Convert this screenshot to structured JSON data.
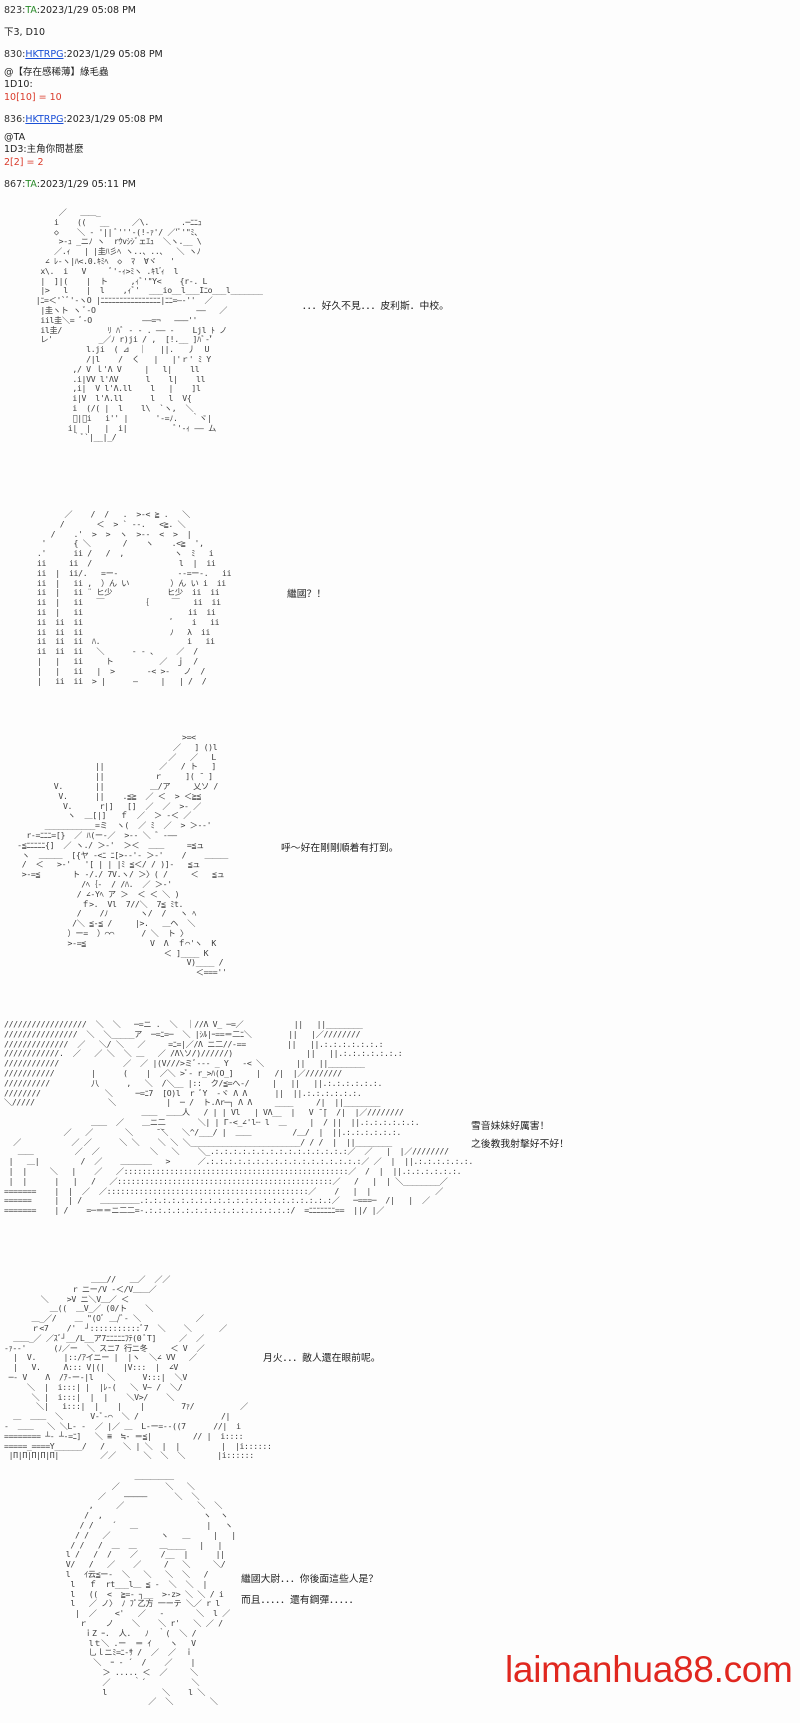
{
  "posts": [
    {
      "num": "823:",
      "name": "TA",
      "meta": ":2023/1/29 05:08 PM",
      "body": [
        "下3, D10"
      ]
    },
    {
      "num": "830:",
      "name": "HKTRPG",
      "meta": ":2023/1/29 05:08 PM",
      "body": [
        "@【存在感稀薄】綠毛蟲",
        "1D10:"
      ],
      "roll": "10[10] = 10"
    },
    {
      "num": "836:",
      "name": "HKTRPG",
      "meta": ":2023/1/29 05:08 PM",
      "body": [
        "@TA",
        "1D3:主角你問甚麼"
      ],
      "roll": "2[2] = 2"
    },
    {
      "num": "867:",
      "name": "TA",
      "meta": ":2023/1/29 05:11 PM"
    }
  ],
  "dialogue": {
    "s1": "．．．好久不見．．．皮利斯．中校。",
    "s2": "繼國？！",
    "s3": "呼～好在剛剛順着有打到。",
    "s4a": "雪音妹妹好厲害！",
    "s4b": "之後教我射擊好不好！",
    "s5": "月火．．．敵人還在眼前呢。",
    "s6a": "繼國大尉．．．你後面這些人是？",
    "s6b": "而且．．．．．還有鋼彈．．．．．"
  },
  "art": {
    "a1": "        ／   ＿＿_\n       i    ((   __     ／\\.       .─ﾆﾆｭ\n       ◇    ＼ ‐ '|| ﾞ'''‐(!-ｧ'/ ／'ﾞ'\"ﾐ、\n        >-ｭ _ニﾉ ヽ  rｳvｼｼﾞェｴｭ  ＼ヽ.__ \\\n       ／.ｨ   | |圭ﾊ彡ﾍ ヽ..、..、  ＼ ヽﾉ\n     ∠ ﾚ‐ヽ|ﾊ<.0.ｷﾐﾍ  ◇  ﾏ  ∀ヾ   '\n    x\\.  i   V     ﾞ'-ｨ>ﾐヽ .ｷl ゙ｨ  l\n    |  ]|(    |  ト     ,ｨﾞ'\"Y<    {r-. L\n    |>   l    |  l    ,ｨﾞ'  ___io__l___Iﾆo___l_______\n   |ﾆ=＜'`ﾞ'‐ヽO |ﾆﾆﾆﾆﾆﾆﾆﾆﾆﾆﾆﾆﾆﾆﾆﾆ|ﾆﾆ=―‐''  ／\n    |圭ヽト ヽ ﾞ-O                      ――   ／\n    iil圭＼= ﾞ-O           ――=¬   ―――''\n    il圭/          ﾘ ﾊﾞ ‐ ‐ . ―― ‐    Ljl ﾄ ノ\n    レ'          _／ﾉ r)ji / ,  [!.__ ]ﾊﾞ-'゙\n              l.ji  ( ⊿  ｜   ||.   丿  U\n              /|l    /  く   |   |'ｒ' ﾐ Y\n           ,/ V ｌ'Λ V     |   l|    ll\n           .i|VV l'ΛV      l    l|    ll\n           ,i|  V l'Λ.ll    l   |    ]l\n           i|V  l'Λ.ll      l   l  V{\n           i  (/( |  l    l\\  `ヽ,  ＼\n           ﾞ|ﾞi   i'' |      '-=ﾉ.   ｀ヾ|\n          i|  |   |  i|          ﾞ'‐ｨ ―― ム\n           ｀ﾞ`|__|_/",
    "a2": "           ／    /  /   .  >-< ≧ .   ＼\n          /       ＜  > ` ‐-.   <≧. ＼\n        /    .'  >  >  ヽ  >-‐  <  >  |\n      '      { ＼       /    ヽ    .<≧  ',\n     .'      ii /   /  ,           ヽ  ﾐ   i\n     ii     ii  /                   l  |  ii\n     ii  |  ii/.   =ー-             ‐-=ー-.   ii\n     ii  |   ii ,  ）ん い         ）ん い i  ii\n     ii  |   ii ¨ ヒ少            ヒ少  ii  ii\n     ii  |   ii   ￣        ｛     ￣   ii  ii\n     ii  |   ii                       ii  ii\n     ii  ii  ii                   ﾞ    i   ii\n     ii  ii  ii                   ﾉ   λ  ii\n     ii  ii  ii  ﾊ.                   i   ii\n     ii  ii  ii   ＼      ‐ ‐ 、    ／  /\n     |   |   ii     ト          ／  ｊ  /\n     |   |   ii   |  >       ‐< >-   ノ  /\n     |   ii  ii  > |      ―     |   | /  /",
    "a3": "                                      >=<\n                                    ／   ] ()l\n                                   ／   ／   L\n                   ||            ／   / ト   ]\n                   ||           ｒ     ]( ̄  ]\n          V.       ||          ＿/ア     乂ソ /\n           V.      ||    .≦≧  ／ ＜  > ＜≧≦\n            V.      r|]   []  ／  ／  >‐ ／\n             ヽ  ＿[|]   ｆ  ／  ＞ ‐＜ ／\n        ___________=ミ  ヽ(  ／ ﾐ  ／  > ＞‐‐'\n    r-=ﾆﾆﾆ=[}  ／ ﾊ(ー-／  >‐‐ ＼ ゛‐――\n  -≦ﾆﾆﾆﾆﾆ{]  ／ ヽ./ ＞‐'  ＞＜  ＿＿     =≦ュ\n   ヽ  ＿＿＿  [{ヤ ‐<ﾆ ﾆ[>‐‐'‐ ＞‐'    /    ＿＿＿\n   /  ＜   >‐'   '[ | | |ﾐ ≦＜/ / )]‐   ≦ュ\n   >‐=≦       ト ‐/./ 7V.ヽ/ ＞〉( /     ＜   ≦ュ\n                /ﾍ｛-  / /ﾊ.  ／ ＞‐'\n               / ∠‐Yﾍ ア ＞  ＜ ＜ ＼ )\n                ｆ>.  Vl  7//＼  7≦ ﾐt.\n               /    /ﾉ       ヽ/  /   ヽ ﾍ\n              /＼ ≦‐≦ /     |>.   ＿ヘ  ＼\n             ）ー=  ）⌒⌒      / ＼  ト 〉\n             >-=≦              V  Λ  ｆ⌒'ヽ  K\n                                  ＜ ]____ K\n                                       V)____ /\n                                         ＜===''",
    "a4": "//////////////////  ＼  ＼   ─=ニ .  ＼  ｜//Λ V_ ─=／           ||   ||________\n////////////////  ＼  ＼_____ア  ─=ﾆ=─  ＼ |ｼﾙ|ｰ==＝二ﾆ＼        ||   |／////////\n//////////////  ／   ＼/ ＼   ／     =ﾆ=|／/Λ ニ二//-==         ||   ||.:.:.:.:.:.:.:\n////////////.  ／   ／ ＼  ＼ ＿   ／ /Λ\\ソ/)//////)                ||   ||.:.:.:.:.:.:.:\n////////////              ／  ／ |(V///>ミﾞ‐‐‐ _ Y   ‐< ＼       ||   ||________\n///////////        |      (    |  ／＼ >ﾞ‐ r_>ﾊ(O_]     |   /|  |／////////\n//////////         八      ,   ＼  /＼__ |::  ク/≦=へ‐/     |   ||   ||.:.:.:.:.:.:.\n////////              ＼     ─=ﾆ7  [O)l  r ﾞY  ‐ヾ Λ Λ      ||  ||.:.:.:.:.:.:.\n＼/////                ＼           |  ─ /  ト.Λr─┐ Λ Λ     ____     /|  ||________\n                              ＿＿  ＿＿人   / | | Vl   | VΛ__  |   V ̄ ̄|  /|  |／////////\n                   ＿＿  ／    ＿ニ二       ＼| | Γ‐<_∠'l╌ l  ＿     |  / ||  ||.:.:.:.:.:.:.\n             ／   ／       ＼     ̄ ̄＼   ＼^/___/ |  ＿＿         /＿/  |  ||.:.:.:.:.:.:.\n  ／           ／ ／      ＼ ＼    ＼ ＼ ＼________________________/ / /  |  ||________\n   ＿＿         ／  ／           ＼   ＼    ＼_.:.:.:.:.:.:.:.:.:.:.:.:.:.:.:／  ／   |  |／////////\n |   ＿|         /  ／    ＿＿＿＿   >      ／.:.:.:.:.:.:.:.:.:.:.:.:.:.:.:.:.:／ ／  |  ||.:.:.:.:.:.:.\n |  |     ＼   |    ／   ／:::::::::::::::::::::::::::::::::::::::::::::::::／  /  |  ||.:.:.:.:.:.:.\n |  |      |   |   /   ／:::::::::::::::::::::::::::::::::::::::::::::::／   /   |  | ＼________／\n=======    |  |  ／  ／::::::::::::::::::::::::::::::::::::::::::::／    /   |  |              ／\n======     |  | /    ＿＿＿＿＿.:.:.:.:.:.:.:.:.:.:.:.:.:.:.:.:.:.:.:.:.:／   ─===─  /|   |  ／\n=======    | /    =─＝＝ニ二二=-.:.:.:.:.:.:.:.:.:.:.:.:.:.:.:.:/  =ﾆﾆﾆﾆﾆﾆﾆ==  ||/ |／",
    "a5": "                   ＿＿//   ＿／  ／／\n               r ニー/V ‐＜/V＿＿／\n        ＼    >V ニ＼V＿／ ＜\n          ＿((  ＿V_／ (0/ト    ＼\n      ＿_／/    ＿ \"(0ﾞ ＿/ﾞ‐ ＼            ／\n      ｒ<7    /'  ┘:::::::::::ﾞ7  ＼    ＼      ／\n  ＿＿_／ ／ｽﾞ┘__/L__ア7ﾆﾆﾆﾆﾆﾌﾃ(0 ﾞT]     ／  ／\n-ｧ‐‐'      (ﾉ／ー  ＼ スニ7 行ニ冬     ＜ V  ／\n  |  V.      |::/ｱイニー |  |ヽ  ＼∠ VV   ／\n  |   V.     Λ::: V|(|    |V:::  |  ∠V\n ─‐ V    Λ  /ｱ‐ー‐|l   ＼      V:::|  ＼V\n     ＼  |  i:::| |  |ﾚ‐(   ＼ V~ /  ＼/\n      ＼ |  i:::|  |  |    ＼V>/    ＼\n       ＼|   i:::|  |    |    |        7ｧ/          ／\n  ＿  ＿＿  ＼      V-ﾞ-⌒  ＼ /                  /|\n-  ＿＿   ＼ ＼L‐ ‐  ／ |／ ＿  L-ー=‐‐((7      //|  i\n======== ┴‐ ┴‐=ﾆ]   ＼ ≡  ≒‐ ＝≦|         // |  i::::\n=====_====Υ______/   /    ＼ | ＼  |  |         |  |i::::::\n |Π|Π|Π|Π|Π|         ／／      ＼  ＼  ＼       |i::::::",
    "a6": "                         ＿＿＿＿＿\n                    ／          ＼   ＼\n                 ／    ―――――      ＼  ＼\n               ,     ／                ＼  ＼\n              /  ,                      ヽ  ヽ\n             / /    ´   ＿               |   ヽ\n            / /   ／           ヽ   ＿     |   |\n           / /   /  ＿  ＿     ＿____   |   |\n          l /   /  /    ／     /__  |      ||\n          V/   /   ／    ／     /   ＼     ＼/\n          l   ｲ云≦ー-  ＼   ＼   ＼  ＼   /\n           l   ｆ  rt___l＿ ≦ -  ＼  ＼  |\n           l   ((  <  ≧=‐ ┐__  >-z> ＼ ＼ / i\n           l   ／ ノ〉 ﾉ ﾌﾟ乙方 一ーテ ＼／ r l\n            |  ／    <'   ／   ‐       ＼  l ／\n             ｒ    ノ    ＼    ＼ r'   ＼ ／ /\n              ｉZ ｰ.  人.   ﾉ  ｀(  ＼ /\n               lｔ＼ .ー  ＝ ｲ    ヽ   V\n               乚ｌニﾐ=ﾆ‐ｻ /  ／  ／  ｉ\n                ＼  ｰ ‐ ´  /    ／    |\n                  ＞ ..... ＜  ／     ＼\n                  ／     ｀´          ＼\n                  l            ＼    l ＼\n                            ／  ＼        ＼"
  }
}
